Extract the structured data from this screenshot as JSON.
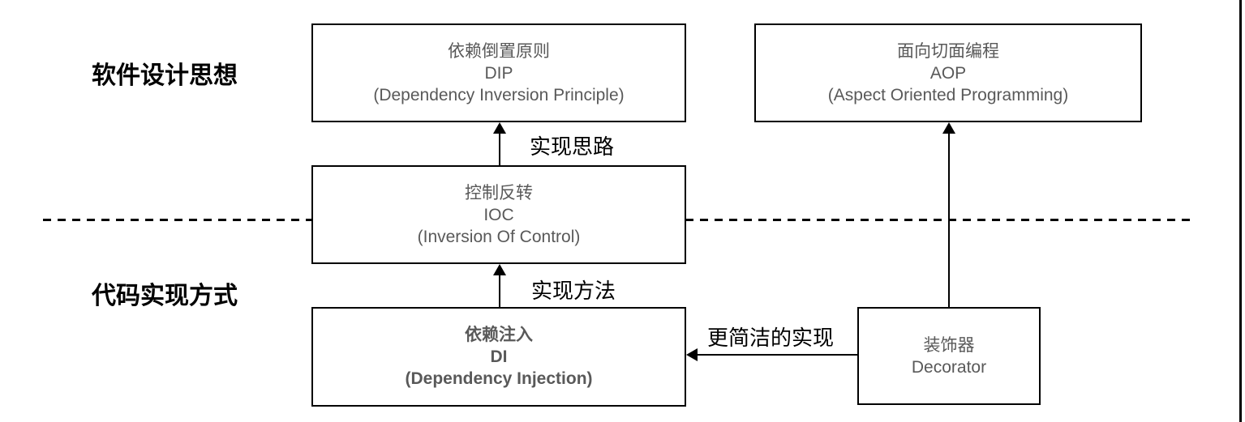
{
  "diagram": {
    "section_labels": {
      "top": "软件设计思想",
      "bottom": "代码实现方式"
    },
    "boxes": {
      "dip": {
        "title_cn": "依赖倒置原则",
        "abbr": "DIP",
        "full_name": "(Dependency Inversion Principle)"
      },
      "aop": {
        "title_cn": "面向切面编程",
        "abbr": "AOP",
        "full_name": "(Aspect Oriented Programming)"
      },
      "ioc": {
        "title_cn": "控制反转",
        "abbr": "IOC",
        "full_name": "(Inversion Of Control)"
      },
      "di": {
        "title_cn": "依赖注入",
        "abbr": "DI",
        "full_name": "(Dependency Injection)"
      },
      "decorator": {
        "title_cn": "装饰器",
        "name_en": "Decorator"
      }
    },
    "arrows": {
      "ioc_to_dip_label": "实现思路",
      "di_to_ioc_label": "实现方法",
      "decorator_to_di_label": "更简洁的实现"
    },
    "colors": {
      "box_border": "#000000",
      "box_text": "#595959",
      "label_text": "#000000"
    }
  }
}
